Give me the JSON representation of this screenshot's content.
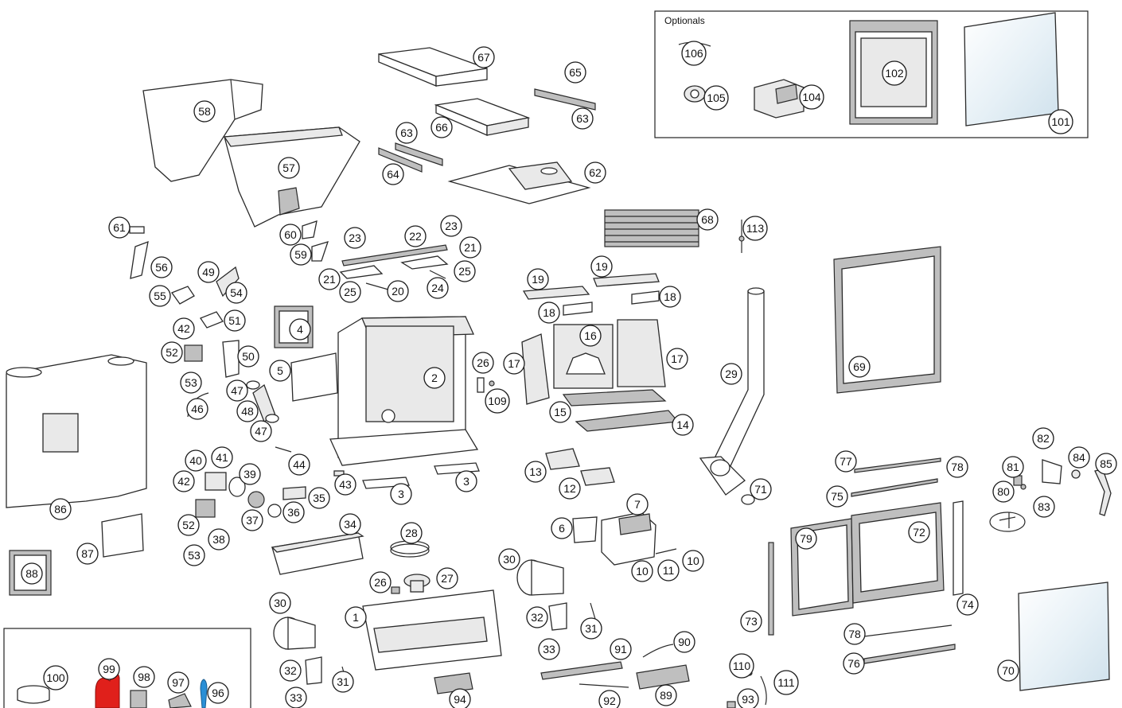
{
  "optionals_box": {
    "title": "Optionals"
  },
  "callouts": [
    {
      "id": "c106",
      "label": "106"
    },
    {
      "id": "c105",
      "label": "105"
    },
    {
      "id": "c104",
      "label": "104"
    },
    {
      "id": "c102",
      "label": "102"
    },
    {
      "id": "c101",
      "label": "101"
    },
    {
      "id": "c67",
      "label": "67"
    },
    {
      "id": "c65",
      "label": "65"
    },
    {
      "id": "c63a",
      "label": "63"
    },
    {
      "id": "c63b",
      "label": "63"
    },
    {
      "id": "c66",
      "label": "66"
    },
    {
      "id": "c64",
      "label": "64"
    },
    {
      "id": "c62",
      "label": "62"
    },
    {
      "id": "c58",
      "label": "58"
    },
    {
      "id": "c57",
      "label": "57"
    },
    {
      "id": "c68",
      "label": "68"
    },
    {
      "id": "c113",
      "label": "113"
    },
    {
      "id": "c61",
      "label": "61"
    },
    {
      "id": "c56",
      "label": "56"
    },
    {
      "id": "c60",
      "label": "60"
    },
    {
      "id": "c59",
      "label": "59"
    },
    {
      "id": "c23a",
      "label": "23"
    },
    {
      "id": "c22",
      "label": "22"
    },
    {
      "id": "c23b",
      "label": "23"
    },
    {
      "id": "c21a",
      "label": "21"
    },
    {
      "id": "c21b",
      "label": "21"
    },
    {
      "id": "c25a",
      "label": "25"
    },
    {
      "id": "c20",
      "label": "20"
    },
    {
      "id": "c24",
      "label": "24"
    },
    {
      "id": "c25b",
      "label": "25"
    },
    {
      "id": "c49",
      "label": "49"
    },
    {
      "id": "c54",
      "label": "54"
    },
    {
      "id": "c55",
      "label": "55"
    },
    {
      "id": "c51",
      "label": "51"
    },
    {
      "id": "c42a",
      "label": "42"
    },
    {
      "id": "c4",
      "label": "4"
    },
    {
      "id": "c19a",
      "label": "19"
    },
    {
      "id": "c19b",
      "label": "19"
    },
    {
      "id": "c18a",
      "label": "18"
    },
    {
      "id": "c18b",
      "label": "18"
    },
    {
      "id": "c16",
      "label": "16"
    },
    {
      "id": "c17a",
      "label": "17"
    },
    {
      "id": "c17b",
      "label": "17"
    },
    {
      "id": "c29",
      "label": "29"
    },
    {
      "id": "c69",
      "label": "69"
    },
    {
      "id": "c52a",
      "label": "52"
    },
    {
      "id": "c50",
      "label": "50"
    },
    {
      "id": "c53a",
      "label": "53"
    },
    {
      "id": "c47a",
      "label": "47"
    },
    {
      "id": "c48",
      "label": "48"
    },
    {
      "id": "c47b",
      "label": "47"
    },
    {
      "id": "c46",
      "label": "46"
    },
    {
      "id": "c5",
      "label": "5"
    },
    {
      "id": "c2",
      "label": "2"
    },
    {
      "id": "c26a",
      "label": "26"
    },
    {
      "id": "c109",
      "label": "109"
    },
    {
      "id": "c15",
      "label": "15"
    },
    {
      "id": "c14",
      "label": "14"
    },
    {
      "id": "c40",
      "label": "40"
    },
    {
      "id": "c41",
      "label": "41"
    },
    {
      "id": "c42b",
      "label": "42"
    },
    {
      "id": "c39",
      "label": "39"
    },
    {
      "id": "c44",
      "label": "44"
    },
    {
      "id": "c43",
      "label": "43"
    },
    {
      "id": "c35",
      "label": "35"
    },
    {
      "id": "c3a",
      "label": "3"
    },
    {
      "id": "c3b",
      "label": "3"
    },
    {
      "id": "c13",
      "label": "13"
    },
    {
      "id": "c12",
      "label": "12"
    },
    {
      "id": "c71",
      "label": "71"
    },
    {
      "id": "c77",
      "label": "77"
    },
    {
      "id": "c78a",
      "label": "78"
    },
    {
      "id": "c75",
      "label": "75"
    },
    {
      "id": "c82",
      "label": "82"
    },
    {
      "id": "c81",
      "label": "81"
    },
    {
      "id": "c84",
      "label": "84"
    },
    {
      "id": "c85",
      "label": "85"
    },
    {
      "id": "c80",
      "label": "80"
    },
    {
      "id": "c83",
      "label": "83"
    },
    {
      "id": "c86",
      "label": "86"
    },
    {
      "id": "c52b",
      "label": "52"
    },
    {
      "id": "c37",
      "label": "37"
    },
    {
      "id": "c36",
      "label": "36"
    },
    {
      "id": "c38",
      "label": "38"
    },
    {
      "id": "c53b",
      "label": "53"
    },
    {
      "id": "c34",
      "label": "34"
    },
    {
      "id": "c87",
      "label": "87"
    },
    {
      "id": "c88",
      "label": "88"
    },
    {
      "id": "c7",
      "label": "7"
    },
    {
      "id": "c6",
      "label": "6"
    },
    {
      "id": "c10a",
      "label": "10"
    },
    {
      "id": "c11",
      "label": "11"
    },
    {
      "id": "c10b",
      "label": "10"
    },
    {
      "id": "c28",
      "label": "28"
    },
    {
      "id": "c26b",
      "label": "26"
    },
    {
      "id": "c27",
      "label": "27"
    },
    {
      "id": "c79",
      "label": "79"
    },
    {
      "id": "c72",
      "label": "72"
    },
    {
      "id": "c30a",
      "label": "30"
    },
    {
      "id": "c30b",
      "label": "30"
    },
    {
      "id": "c1",
      "label": "1"
    },
    {
      "id": "c32a",
      "label": "32"
    },
    {
      "id": "c31a",
      "label": "31"
    },
    {
      "id": "c33a",
      "label": "33"
    },
    {
      "id": "c90",
      "label": "90"
    },
    {
      "id": "c91",
      "label": "91"
    },
    {
      "id": "c73",
      "label": "73"
    },
    {
      "id": "c74",
      "label": "74"
    },
    {
      "id": "c78b",
      "label": "78"
    },
    {
      "id": "c76",
      "label": "76"
    },
    {
      "id": "c70",
      "label": "70"
    },
    {
      "id": "c110",
      "label": "110"
    },
    {
      "id": "c111",
      "label": "111"
    },
    {
      "id": "c32b",
      "label": "32"
    },
    {
      "id": "c31b",
      "label": "31"
    },
    {
      "id": "c33b",
      "label": "33"
    },
    {
      "id": "c94",
      "label": "94"
    },
    {
      "id": "c92",
      "label": "92"
    },
    {
      "id": "c89",
      "label": "89"
    },
    {
      "id": "c93",
      "label": "93"
    },
    {
      "id": "c100",
      "label": "100"
    },
    {
      "id": "c99",
      "label": "99"
    },
    {
      "id": "c98",
      "label": "98"
    },
    {
      "id": "c97",
      "label": "97"
    },
    {
      "id": "c96",
      "label": "96"
    }
  ],
  "colors": {
    "glove": "#e0201b",
    "screwdriver": "#2a8fd6",
    "glass": "#dbe9f2"
  }
}
